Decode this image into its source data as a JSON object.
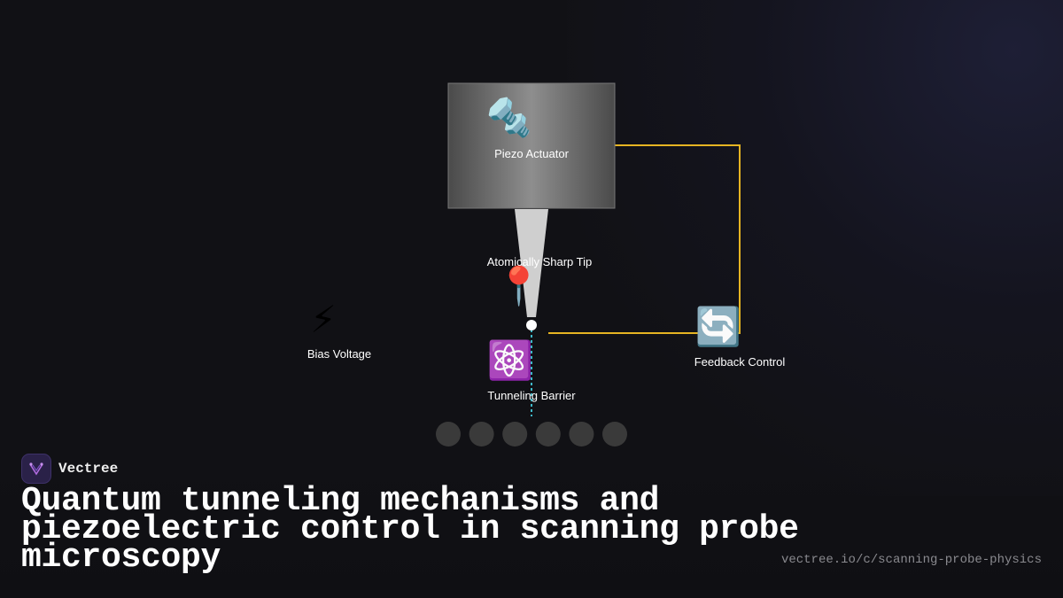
{
  "diagram": {
    "piezo_label": "Piezo Actuator",
    "tip_label": "Atomically Sharp Tip",
    "bias_label": "Bias Voltage",
    "barrier_label": "Tunneling Barrier",
    "feedback_label": "Feedback Control",
    "icons": {
      "piezo": "nut-and-bolt-icon",
      "tip": "round-pushpin-icon",
      "bias": "high-voltage-icon",
      "barrier": "atom-icon",
      "feedback": "counterclockwise-arrows-icon"
    },
    "sample_atom_count": 6,
    "colors": {
      "feedback_line": "#e6b422",
      "tunneling_line": "#3fb8c8",
      "atom": "#3a3a3a",
      "tip": "#cfcfcf"
    }
  },
  "brand": {
    "name": "Vectree"
  },
  "title": "Quantum tunneling mechanisms and piezoelectric control in scanning probe microscopy",
  "url": "vectree.io/c/scanning-probe-physics"
}
